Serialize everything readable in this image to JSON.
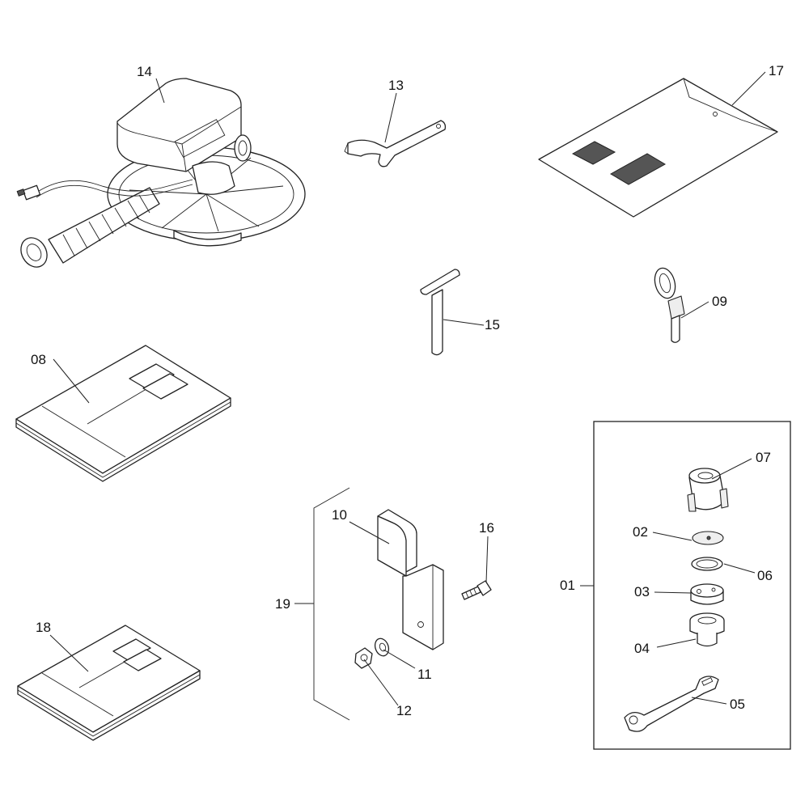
{
  "labels": {
    "p14": "14",
    "p13": "13",
    "p17": "17",
    "p15": "15",
    "p09": "09",
    "p08": "08",
    "p07": "07",
    "p02": "02",
    "p06": "06",
    "p01": "01",
    "p03": "03",
    "p04": "04",
    "p05": "05",
    "p10": "10",
    "p16": "16",
    "p19": "19",
    "p11": "11",
    "p12": "12",
    "p18": "18"
  }
}
